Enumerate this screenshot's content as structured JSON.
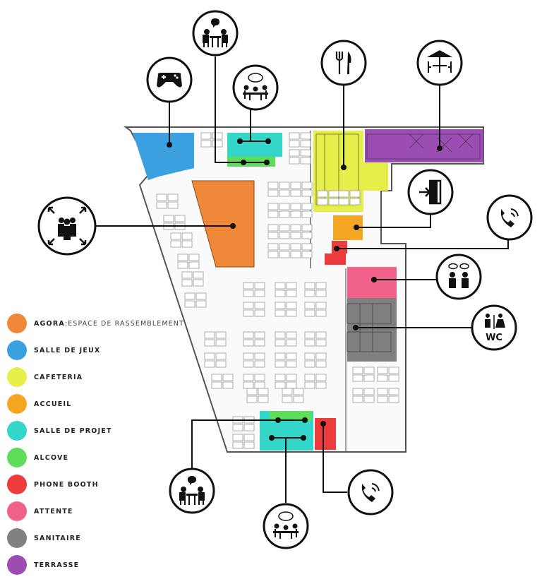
{
  "legend": [
    {
      "key": "agora",
      "label": "AGORA",
      "sub": ":ESPACE DE RASSEMBLEMENT",
      "color": "#f0883a"
    },
    {
      "key": "jeux",
      "label": "SALLE DE JEUX",
      "color": "#3aa0e0"
    },
    {
      "key": "cafeteria",
      "label": "CAFETERIA",
      "color": "#e6ee4a"
    },
    {
      "key": "accueil",
      "label": "ACCUEIL",
      "color": "#f5a623"
    },
    {
      "key": "projet",
      "label": "SALLE DE PROJET",
      "color": "#33d6c8"
    },
    {
      "key": "alcove",
      "label": "ALCOVE",
      "color": "#5fdc5a"
    },
    {
      "key": "phone",
      "label": "PHONE BOOTH",
      "color": "#ee3b3b"
    },
    {
      "key": "attente",
      "label": "ATTENTE",
      "color": "#f0628a"
    },
    {
      "key": "sanitaire",
      "label": "SANITAIRE",
      "color": "#808080"
    },
    {
      "key": "terrasse",
      "label": "TERRASSE",
      "color": "#9b4db3"
    }
  ],
  "icons": {
    "wc_text": "WC",
    "gamepad": "gamepad-icon",
    "meeting": "meeting-icon",
    "brainstorm": "brainstorm-icon",
    "cutlery": "cutlery-icon",
    "terrace": "umbrella-table-icon",
    "entrance": "entrance-door-icon",
    "phone": "phone-icon",
    "gathering": "gathering-people-icon",
    "waiting": "waiting-people-icon",
    "restroom": "restroom-icon"
  }
}
